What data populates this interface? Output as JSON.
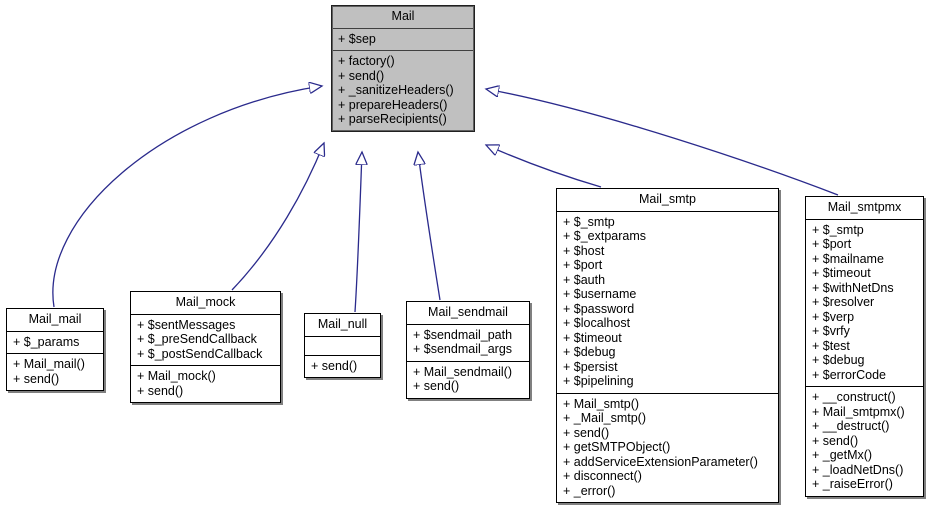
{
  "diagram": {
    "title": "Mail class inheritance diagram",
    "type": "uml-class-diagram",
    "edge_color": "#2a2a8c",
    "root_fill": "#c0c0c0",
    "node_fill": "#ffffff",
    "border_color": "#000000",
    "relationship": "generalization"
  },
  "classes": {
    "mail": {
      "name": "Mail",
      "attributes": [
        "+ $sep"
      ],
      "methods": [
        "+ factory()",
        "+ send()",
        "+ _sanitizeHeaders()",
        "+ prepareHeaders()",
        "+ parseRecipients()"
      ]
    },
    "mail_mail": {
      "name": "Mail_mail",
      "attributes": [
        "+ $_params"
      ],
      "methods": [
        "+ Mail_mail()",
        "+ send()"
      ]
    },
    "mail_mock": {
      "name": "Mail_mock",
      "attributes": [
        "+ $sentMessages",
        "+ $_preSendCallback",
        "+ $_postSendCallback"
      ],
      "methods": [
        "+ Mail_mock()",
        "+ send()"
      ]
    },
    "mail_null": {
      "name": "Mail_null",
      "attributes": [],
      "methods": [
        "+ send()"
      ]
    },
    "mail_sendmail": {
      "name": "Mail_sendmail",
      "attributes": [
        "+ $sendmail_path",
        "+ $sendmail_args"
      ],
      "methods": [
        "+ Mail_sendmail()",
        "+ send()"
      ]
    },
    "mail_smtp": {
      "name": "Mail_smtp",
      "attributes": [
        "+ $_smtp",
        "+ $_extparams",
        "+ $host",
        "+ $port",
        "+ $auth",
        "+ $username",
        "+ $password",
        "+ $localhost",
        "+ $timeout",
        "+ $debug",
        "+ $persist",
        "+ $pipelining"
      ],
      "methods": [
        "+ Mail_smtp()",
        "+ _Mail_smtp()",
        "+ send()",
        "+ getSMTPObject()",
        "+ addServiceExtensionParameter()",
        "+ disconnect()",
        "+ _error()"
      ]
    },
    "mail_smtpmx": {
      "name": "Mail_smtpmx",
      "attributes": [
        "+ $_smtp",
        "+ $port",
        "+ $mailname",
        "+ $timeout",
        "+ $withNetDns",
        "+ $resolver",
        "+ $verp",
        "+ $vrfy",
        "+ $test",
        "+ $debug",
        "+ $errorCode"
      ],
      "methods": [
        "+ __construct()",
        "+ Mail_smtpmx()",
        "+ __destruct()",
        "+ send()",
        "+ _getMx()",
        "+ _loadNetDns()",
        "+ _raiseError()"
      ]
    }
  },
  "edges": [
    {
      "from": "mail_mail",
      "to": "mail"
    },
    {
      "from": "mail_mock",
      "to": "mail"
    },
    {
      "from": "mail_null",
      "to": "mail"
    },
    {
      "from": "mail_sendmail",
      "to": "mail"
    },
    {
      "from": "mail_smtp",
      "to": "mail"
    },
    {
      "from": "mail_smtpmx",
      "to": "mail"
    }
  ]
}
